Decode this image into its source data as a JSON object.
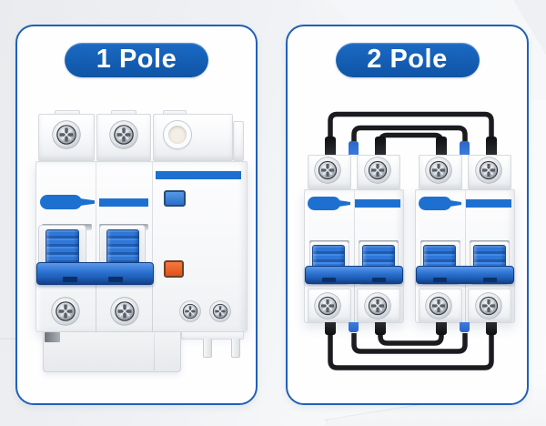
{
  "panels": [
    {
      "badge_label": "1 Pole",
      "illustration": "single-pole-rcbo-breaker-front-view",
      "parts": [
        "phillips-screw-icon",
        "round-indicator-window-icon",
        "blue-indicator-button",
        "orange-test-button",
        "toggle-handle",
        "handle-tie-bar"
      ]
    },
    {
      "badge_label": "2 Pole",
      "illustration": "two-din-mcb-breakers-wired-with-black-jumper-cables",
      "parts": [
        "phillips-screw-icon",
        "toggle-handle",
        "handle-tie-bar",
        "black-jumper-wire",
        "blue-terminal-stub",
        "black-terminal-stub"
      ]
    }
  ],
  "colors": {
    "panel-border": "#2060b8",
    "badge-top": "#1b6ac4",
    "badge-bottom": "#0f54a6",
    "stripe-blue": "#1d70d0",
    "handle-blue": "#2f77d8",
    "tie-blue": "#2e74d2",
    "button-blue": "#2a6fca",
    "button-orange": "#e2511a",
    "wire-black": "#1b1c1f",
    "stub-blue": "#3b7ade"
  },
  "badge_text_color": "#ffffff"
}
